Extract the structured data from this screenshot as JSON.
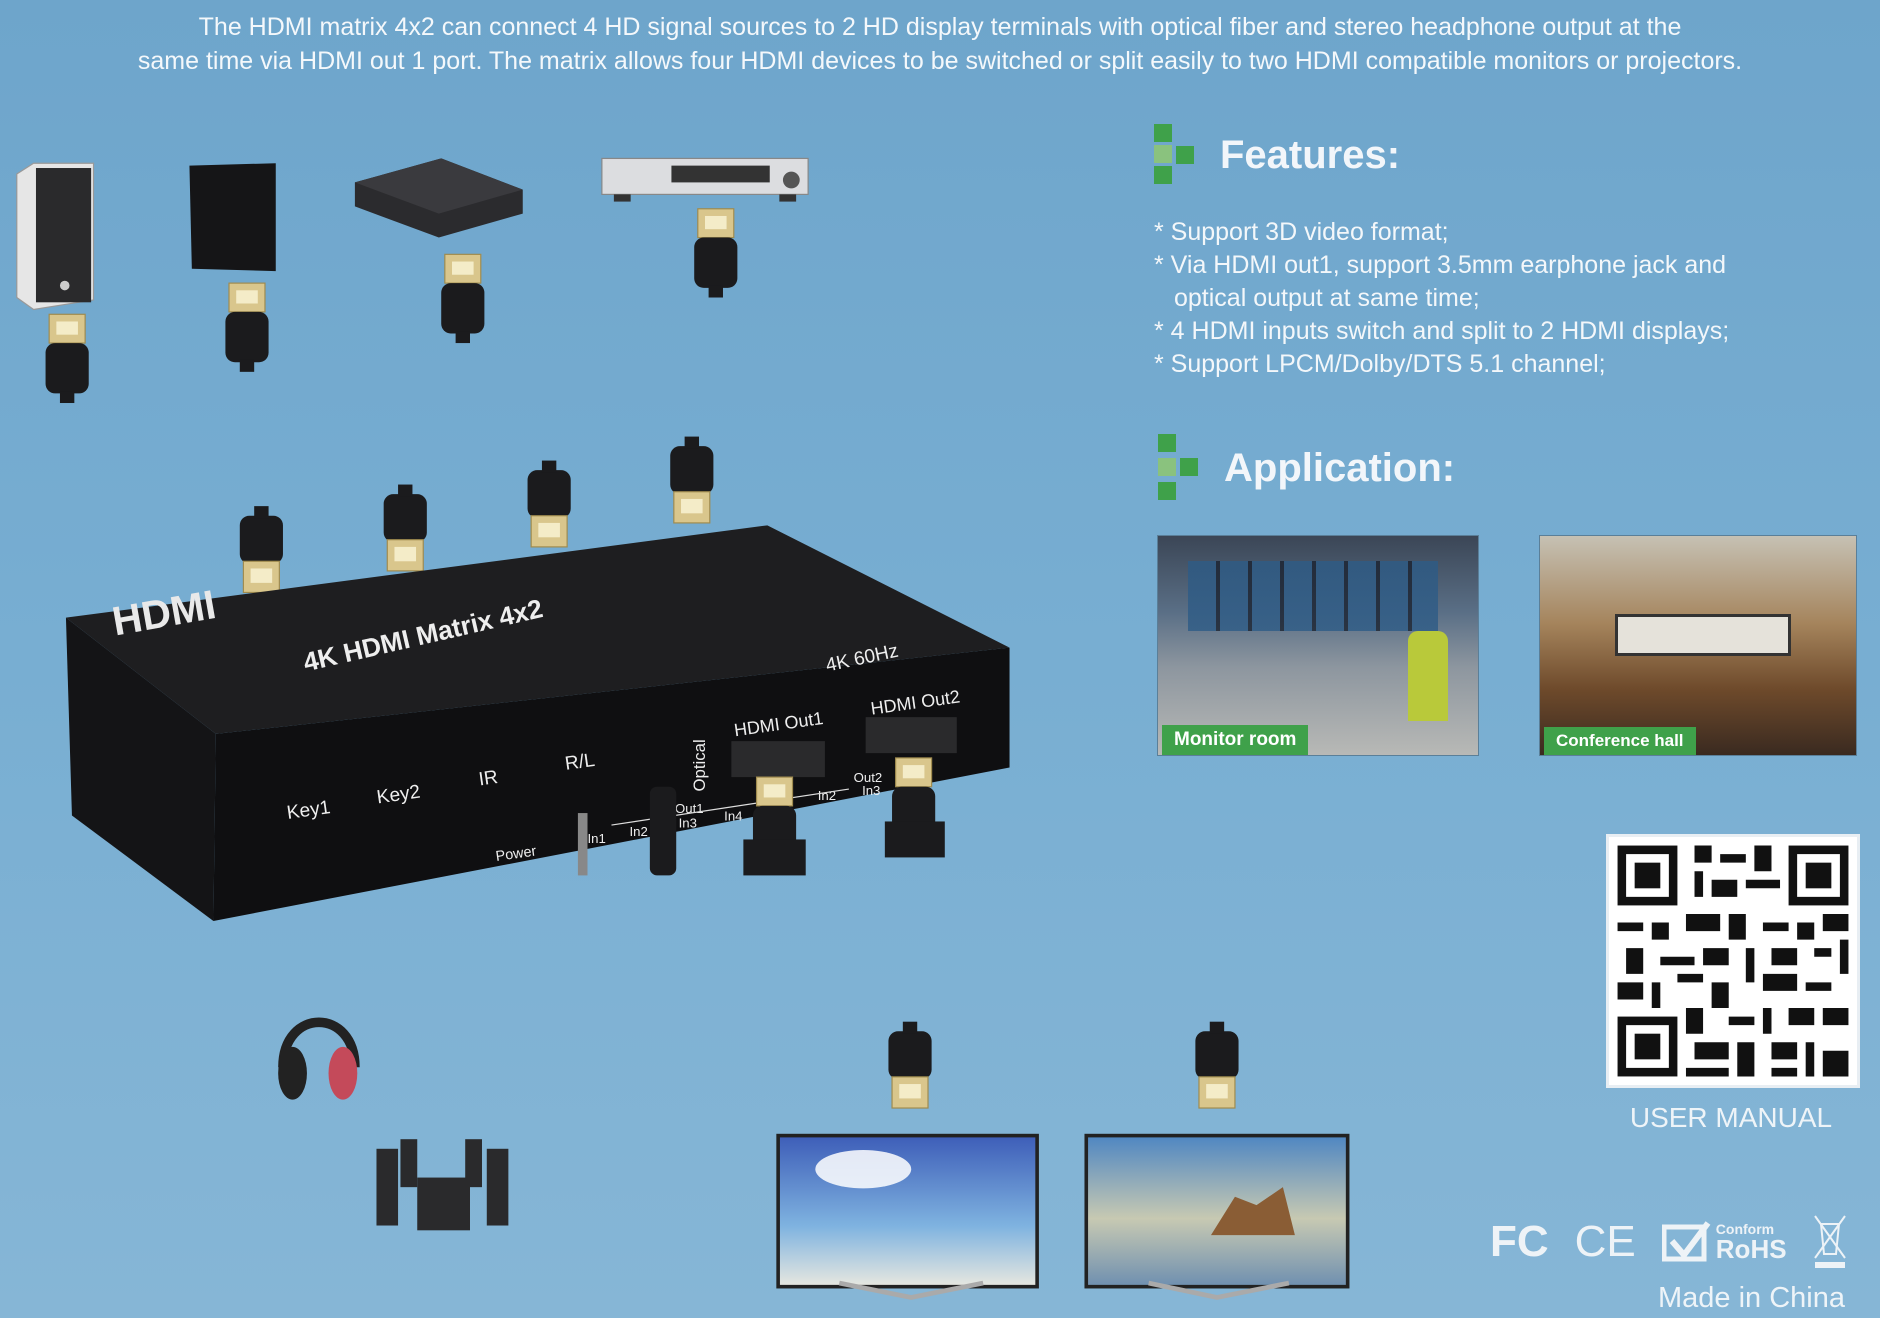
{
  "intro": {
    "line1": "The HDMI matrix 4x2 can connect 4 HD signal sources to 2 HD display terminals with optical fiber and stereo headphone output at the",
    "line2": "same time via HDMI out 1 port. The matrix allows four HDMI devices to be switched or split easily to two HDMI compatible monitors or projectors."
  },
  "features": {
    "title": "Features:",
    "items": [
      "* Support 3D video format;",
      "* Via HDMI out1, support 3.5mm earphone jack and optical output at same time;",
      "* 4 HDMI inputs switch and split to 2 HDMI displays;",
      "* Support LPCM/Dolby/DTS 5.1 channel;"
    ]
  },
  "application": {
    "title": "Application:",
    "photos": [
      {
        "caption": "Monitor room"
      },
      {
        "caption": "Conference hall"
      }
    ]
  },
  "device": {
    "logo": "HDMI",
    "name": "4K HDMI Matrix 4x2",
    "spec": "4K 60Hz",
    "labels": {
      "key1": "Key1",
      "key2": "Key2",
      "ir": "IR",
      "rl": "R/L",
      "power": "Power",
      "optical": "Optical",
      "out1": "HDMI Out1",
      "out2": "HDMI Out2",
      "in1": "In1",
      "in2": "In2",
      "in3": "In3",
      "in4": "In4",
      "out1_small": "Out1",
      "out2_small": "Out2",
      "in2b": "In2",
      "in3b": "In3"
    }
  },
  "qr": {
    "label": "USER MANUAL"
  },
  "certs": {
    "fcc": "FC",
    "ce": "CE",
    "rohs_top": "Conform",
    "rohs": "RoHS",
    "made": "Made in China"
  },
  "colors": {
    "accent_green": "#3fa14a",
    "background": "#78aed2"
  }
}
